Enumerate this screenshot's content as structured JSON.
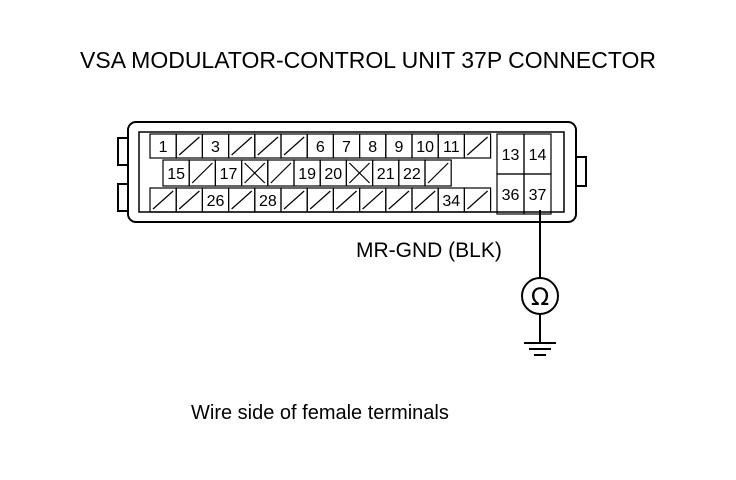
{
  "title": "VSA MODULATOR-CONTROL UNIT 37P CONNECTOR",
  "wire_label": "MR-GND (BLK)",
  "caption": "Wire side of female terminals",
  "meter_symbol": "Ω",
  "connector": {
    "row1": [
      "1",
      "/",
      "3",
      "/",
      "/",
      "/",
      "6",
      "7",
      "8",
      "9",
      "10",
      "11",
      "/"
    ],
    "row2": [
      "15",
      "/",
      "17",
      "x",
      "/",
      "19",
      "20",
      "x",
      "21",
      "22",
      "/"
    ],
    "row3": [
      "/",
      "/",
      "26",
      "/",
      "28",
      "/",
      "/",
      "/",
      "/",
      "/",
      "/",
      "34",
      "/"
    ],
    "right_block": [
      "13",
      "14",
      "36",
      "37"
    ]
  }
}
